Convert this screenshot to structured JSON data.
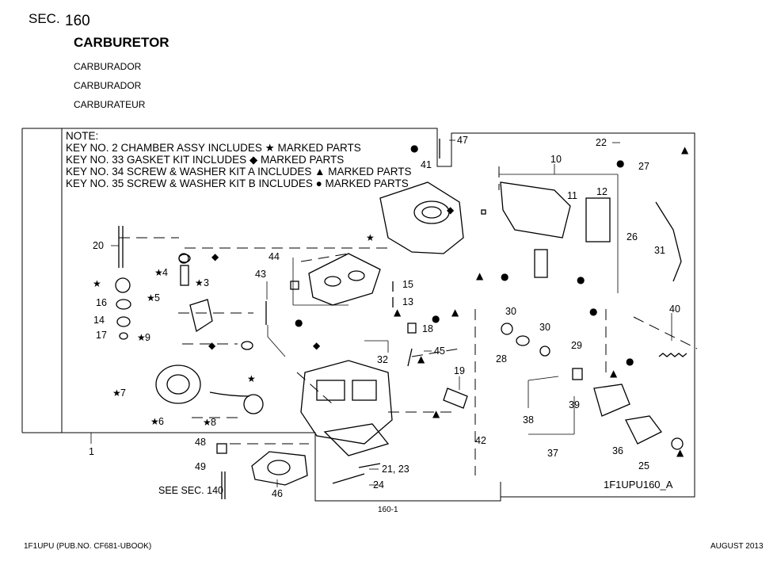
{
  "header": {
    "sec_label": "SEC.",
    "sec_number": "160",
    "title": "CARBURETOR",
    "subtitles": [
      "CARBURADOR",
      "CARBURADOR",
      "CARBURATEUR"
    ]
  },
  "note": {
    "heading": "NOTE:",
    "lines": [
      {
        "pre": "KEY NO. 2 CHAMBER ASSY INCLUDES ",
        "mark": "★",
        "post": " MARKED PARTS"
      },
      {
        "pre": "KEY NO. 33 GASKET KIT INCLUDES ",
        "mark": "◆",
        "post": " MARKED PARTS"
      },
      {
        "pre": "KEY NO. 34 SCREW & WASHER KIT A INCLUDES ",
        "mark": "▲",
        "post": " MARKED PARTS"
      },
      {
        "pre": "KEY NO. 35 SCREW & WASHER KIT B INCLUDES ",
        "mark": "●",
        "post": " MARKED PARTS"
      }
    ]
  },
  "callouts": [
    {
      "id": "c47",
      "text": "47"
    },
    {
      "id": "c41",
      "text": "41"
    },
    {
      "id": "c22",
      "text": "22"
    },
    {
      "id": "c10",
      "text": "10"
    },
    {
      "id": "c27",
      "text": "27"
    },
    {
      "id": "c11",
      "text": "11"
    },
    {
      "id": "c12",
      "text": "12"
    },
    {
      "id": "c26",
      "text": "26"
    },
    {
      "id": "c31",
      "text": "31"
    },
    {
      "id": "c20",
      "text": "20"
    },
    {
      "id": "c44",
      "text": "44"
    },
    {
      "id": "c4",
      "text": "4"
    },
    {
      "id": "c3",
      "text": "3"
    },
    {
      "id": "c43",
      "text": "43"
    },
    {
      "id": "c15",
      "text": "15"
    },
    {
      "id": "c13",
      "text": "13"
    },
    {
      "id": "c5",
      "text": "5"
    },
    {
      "id": "c16",
      "text": "16"
    },
    {
      "id": "c14",
      "text": "14"
    },
    {
      "id": "c17",
      "text": "17"
    },
    {
      "id": "c9",
      "text": "9"
    },
    {
      "id": "c18",
      "text": "18"
    },
    {
      "id": "c30a",
      "text": "30"
    },
    {
      "id": "c30b",
      "text": "30"
    },
    {
      "id": "c40",
      "text": "40"
    },
    {
      "id": "c45",
      "text": "45"
    },
    {
      "id": "c32",
      "text": "32"
    },
    {
      "id": "c28",
      "text": "28"
    },
    {
      "id": "c29",
      "text": "29"
    },
    {
      "id": "c19",
      "text": "19"
    },
    {
      "id": "c7",
      "text": "7"
    },
    {
      "id": "c8",
      "text": "8"
    },
    {
      "id": "c6",
      "text": "6"
    },
    {
      "id": "c39",
      "text": "39"
    },
    {
      "id": "c38",
      "text": "38"
    },
    {
      "id": "c36",
      "text": "36"
    },
    {
      "id": "c42",
      "text": "42"
    },
    {
      "id": "c37",
      "text": "37"
    },
    {
      "id": "c25",
      "text": "25"
    },
    {
      "id": "c1",
      "text": "1"
    },
    {
      "id": "c48",
      "text": "48"
    },
    {
      "id": "c49",
      "text": "49"
    },
    {
      "id": "c2123",
      "text": "21, 23"
    },
    {
      "id": "c24",
      "text": "24"
    },
    {
      "id": "c46",
      "text": "46"
    },
    {
      "id": "csee",
      "text": "SEE SEC. 140"
    }
  ],
  "figure_id": "1F1UPU160_A",
  "page_number": "160-1",
  "footer": {
    "left": "1F1UPU (PUB.NO. CF681-UBOOK)",
    "right": "AUGUST 2013"
  }
}
